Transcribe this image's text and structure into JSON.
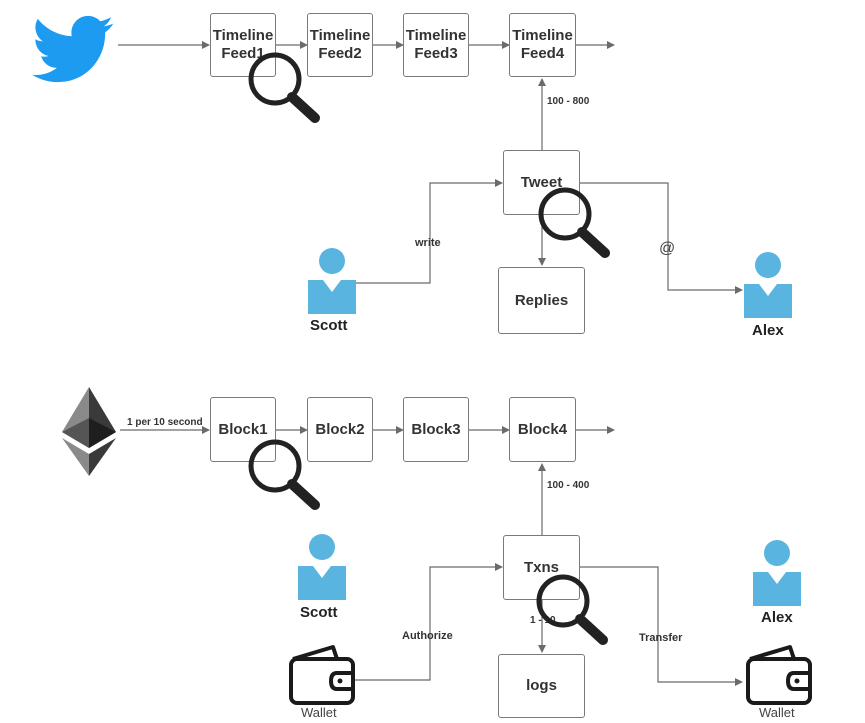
{
  "twitter": {
    "feeds": [
      {
        "line1": "Timeline",
        "line2": "Feed1"
      },
      {
        "line1": "Timeline",
        "line2": "Feed2"
      },
      {
        "line1": "Timeline",
        "line2": "Feed3"
      },
      {
        "line1": "Timeline",
        "line2": "Feed4"
      }
    ],
    "range_label": "100 - 800",
    "tweet_label": "Tweet",
    "replies_label": "Replies",
    "write_label": "write",
    "mention_label": "@",
    "user_left": "Scott",
    "user_right": "Alex"
  },
  "ethereum": {
    "blocks": [
      "Block1",
      "Block2",
      "Block3",
      "Block4"
    ],
    "rate_label": "1 per 10 second",
    "range_label": "100 - 400",
    "txns_label": "Txns",
    "logs_label": "logs",
    "logs_range_label": "1 - 10",
    "authorize_label": "Authorize",
    "transfer_label": "Transfer",
    "user_left": "Scott",
    "user_right": "Alex",
    "wallet_left": "Wallet",
    "wallet_right": "Wallet"
  },
  "colors": {
    "twitter_blue": "#1d9bf0",
    "person_blue": "#5ab4e0",
    "box_border": "#7a7a7a",
    "line": "#6b6b6b",
    "magnifier": "#222222"
  },
  "icons": [
    "twitter-bird-icon",
    "ethereum-logo-icon",
    "person-icon",
    "wallet-icon",
    "magnifier-icon"
  ]
}
